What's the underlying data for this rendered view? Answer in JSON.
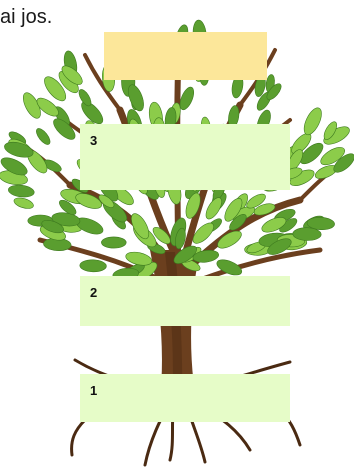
{
  "intro_text": "ai jos.",
  "boxes": [
    {
      "number": "3",
      "value": ""
    },
    {
      "number": "2",
      "value": ""
    },
    {
      "number": "1",
      "value": ""
    }
  ],
  "top_box": {
    "value": ""
  },
  "colors": {
    "leaf_light": "#8ccc4a",
    "leaf_dark": "#5a9e2f",
    "trunk": "#6b3f1e",
    "trunk_dark": "#4d2b12",
    "root": "#4a2a12",
    "box_green": "#e6fcc8",
    "box_yellow": "#fce79a"
  },
  "icons": [
    "tree-illustration"
  ]
}
